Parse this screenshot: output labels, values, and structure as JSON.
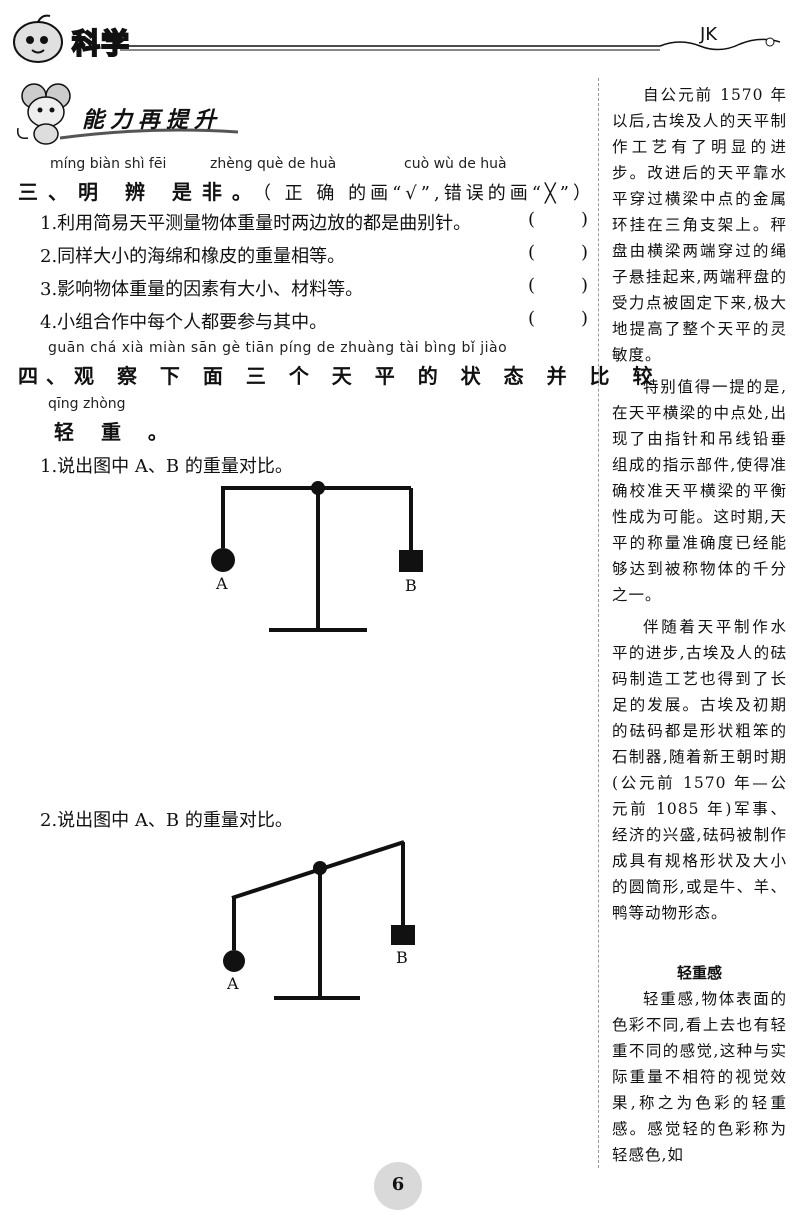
{
  "header": {
    "subject": "科学",
    "edition": "JK"
  },
  "banner": {
    "title": "能力再提升"
  },
  "q3": {
    "pinyin": [
      "míng biàn shì fēi",
      "zhèng què de huà",
      "cuò wù de huà"
    ],
    "title": "三、明 辨 是非。",
    "note": "（ 正 确 的画“√”,错误的画“╳”）",
    "items": [
      "1.利用简易天平测量物体重量时两边放的都是曲别针。",
      "2.同样大小的海绵和橡皮的重量相等。",
      "3.影响物体重量的因素有大小、材料等。",
      "4.小组合作中每个人都要参与其中。"
    ],
    "paren_open": "(",
    "paren_close": ")"
  },
  "q4": {
    "pinyin_line1": "guān chá xià miàn sān gè tiān píng de zhuàng tài bìng bǐ jiào",
    "title_line1": "四、观 察 下 面 三 个 天 平 的 状 态 并 比 较",
    "pinyin_line2": "qīng zhòng",
    "title_line2": "轻 重 。",
    "sub1": "1.说出图中 A、B 的重量对比。",
    "sub2": "2.说出图中 A、B 的重量对比。",
    "label_a": "A",
    "label_b": "B"
  },
  "sidebar": {
    "p1": "自公元前 1570 年以后,古埃及人的天平制作工艺有了明显的进步。改进后的天平靠水平穿过横梁中点的金属环挂在三角支架上。秤盘由横梁两端穿过的绳子悬挂起来,两端秤盘的受力点被固定下来,极大地提高了整个天平的灵敏度。",
    "p2": "特别值得一提的是,在天平横梁的中点处,出现了由指针和吊线铅垂组成的指示部件,使得准确校准天平横梁的平衡性成为可能。这时期,天平的称量准确度已经能够达到被称物体的千分之一。",
    "p3": "伴随着天平制作水平的进步,古埃及人的砝码制造工艺也得到了长足的发展。古埃及初期的砝码都是形状粗笨的石制器,随着新王朝时期(公元前 1570 年—公元前 1085 年)军事、经济的兴盛,砝码被制作成具有规格形状及大小的圆筒形,或是牛、羊、鸭等动物形态。",
    "subtitle": "轻重感",
    "p4": "轻重感,物体表面的色彩不同,看上去也有轻重不同的感觉,这种与实际重量不相符的视觉效果,称之为色彩的轻重感。感觉轻的色彩称为轻感色,如"
  },
  "footer": {
    "page_number": "6"
  }
}
